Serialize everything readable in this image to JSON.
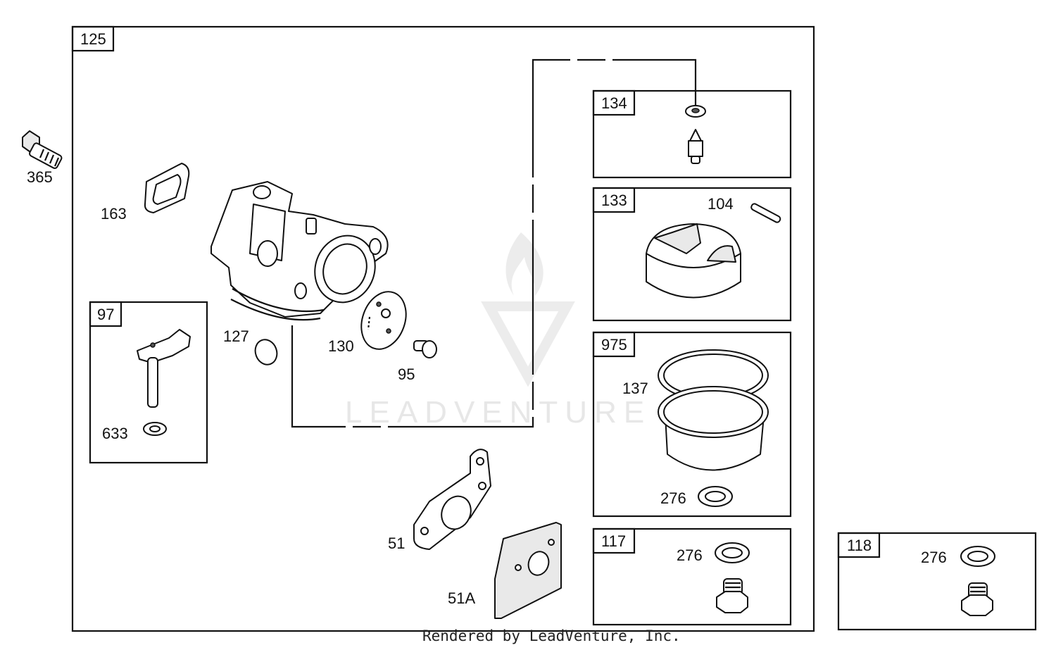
{
  "diagram": {
    "assembly_box_label": "125",
    "callouts": {
      "p365": "365",
      "p163": "163",
      "p127": "127",
      "p130": "130",
      "p95": "95",
      "p633": "633",
      "p104": "104",
      "p137": "137",
      "p276a": "276",
      "p276b": "276",
      "p276c": "276",
      "p51": "51",
      "p51a": "51A"
    },
    "kit_boxes": {
      "k97": "97",
      "k134": "134",
      "k133": "133",
      "k975": "975",
      "k117": "117",
      "k118": "118"
    },
    "watermark": "LEADVENTURE",
    "footer": "Rendered by LeadVenture, Inc."
  },
  "colors": {
    "line": "#111111",
    "watermark": "#e7e7e7",
    "background": "#ffffff"
  }
}
